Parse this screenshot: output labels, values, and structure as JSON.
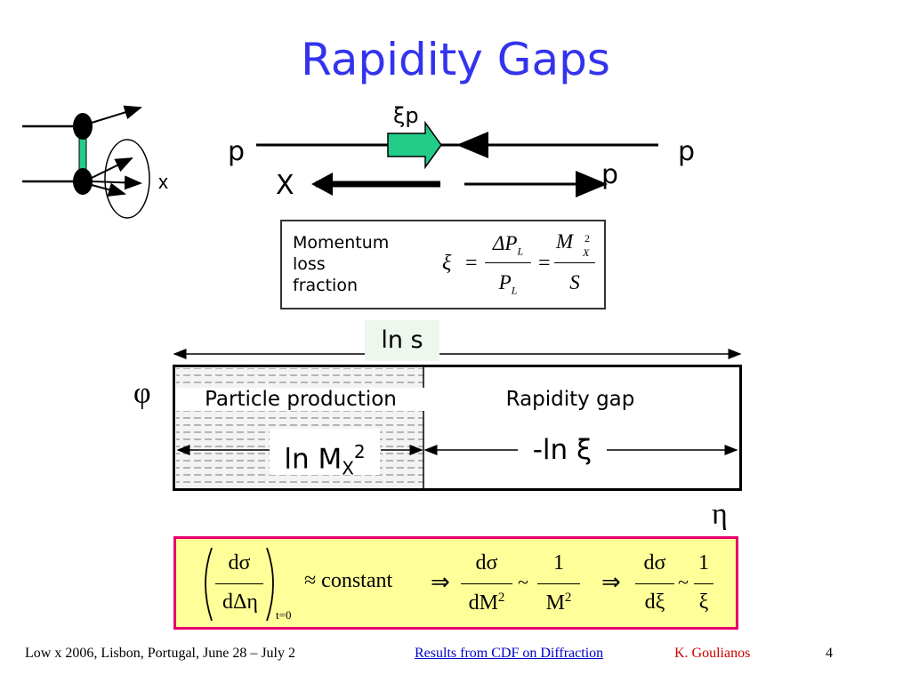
{
  "slide": {
    "title": "Rapidity Gaps",
    "page_number": "4"
  },
  "diagram": {
    "x_label": "x",
    "xi_p_label": "ξp",
    "p_left": "p",
    "p_right": "p",
    "p_lower": "p",
    "X_label": "X"
  },
  "momentum_box": {
    "label_lines": [
      "Momentum",
      "loss",
      "fraction"
    ],
    "formula": {
      "lhs": "ξ",
      "eq": "=",
      "num1": "ΔP",
      "num1_sub": "L",
      "den1": "P",
      "den1_sub": "L",
      "num2": "M",
      "num2_sub": "X",
      "num2_sup": "2",
      "den2": "S"
    }
  },
  "rapidity_plot": {
    "ln_s": "ln s",
    "phi": "φ",
    "eta": "η",
    "particle_production": "Particle production",
    "rapidity_gap": "Rapidity gap",
    "ln_mx": "ln M",
    "ln_mx_sub": "X",
    "ln_mx_sup": "2",
    "minus_ln_xi": "-ln ξ"
  },
  "cross_section": {
    "t1_num": "dσ",
    "t1_den": "dΔη",
    "t1_sub": "t=0",
    "approx": "≈ constant",
    "implies": "⇒",
    "t2_num": "dσ",
    "t2_den": "dM",
    "t2_den_sup": "2",
    "sim": "~",
    "t3_num": "1",
    "t3_den": "M",
    "t3_den_sup": "2",
    "t4_num": "dσ",
    "t4_den": "dξ",
    "t5_num": "1",
    "t5_den": "ξ"
  },
  "footer": {
    "conference": "Low x 2006, Lisbon, Portugal, June 28 – July 2",
    "link": "Results from CDF on Diffraction",
    "author": "K. Goulianos"
  },
  "colors": {
    "title": "#3333ee",
    "link": "#0000cc",
    "author": "#cc0000",
    "formula_bg": "#ffff99",
    "formula_border": "#e6006e",
    "arrow_green": "#22cc88"
  }
}
